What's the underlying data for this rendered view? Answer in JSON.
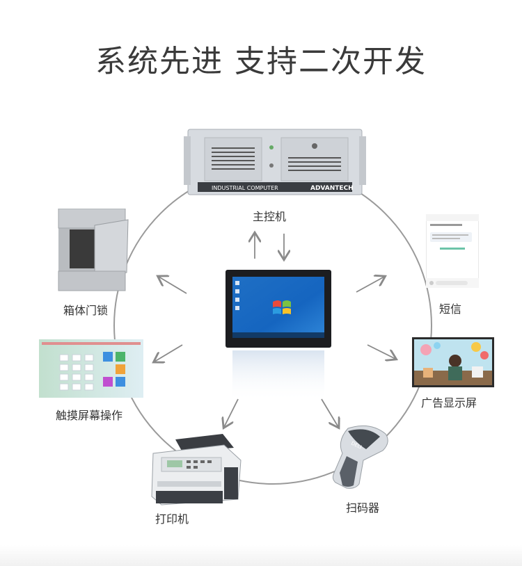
{
  "title": "系统先进  支持二次开发",
  "center": {
    "name": "touch-panel-computer",
    "os_logo_icon": "windows-logo-icon"
  },
  "nodes": [
    {
      "id": "host",
      "label": "主控机"
    },
    {
      "id": "sms",
      "label": "短信"
    },
    {
      "id": "ad",
      "label": "广告显示屏"
    },
    {
      "id": "scanner",
      "label": "扫码器"
    },
    {
      "id": "printer",
      "label": "打印机"
    },
    {
      "id": "touch",
      "label": "触摸屏幕操作"
    },
    {
      "id": "lock",
      "label": "箱体门锁"
    }
  ],
  "host_brand": "ADVANTECH",
  "host_plate": "INDUSTRIAL COMPUTER",
  "scanner_brand": "DELI",
  "colors": {
    "ring": "#9a9a9a",
    "arrow": "#8a8a8a",
    "screen": "#1565c0"
  }
}
